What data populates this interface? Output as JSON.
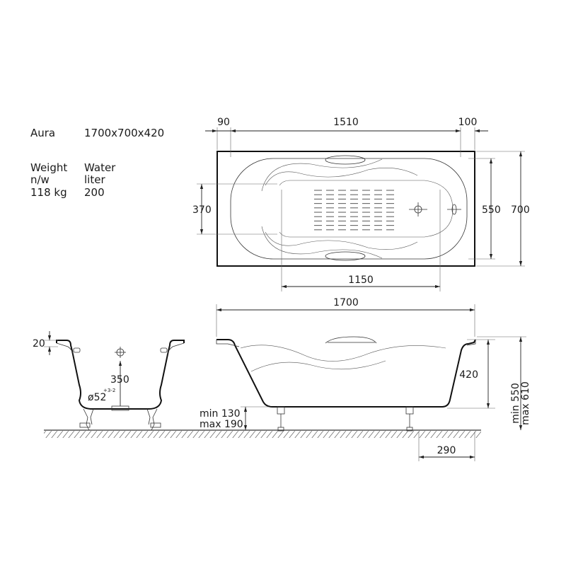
{
  "spec": {
    "model_label": "Aura",
    "model_size": "1700x700x420",
    "weight_header": [
      "Weight",
      "n/w",
      "118 kg"
    ],
    "water_header": [
      "Water",
      "liter",
      "200"
    ]
  },
  "dimensions": {
    "top_left_margin": "90",
    "top_inner_length": "1510",
    "top_right_margin": "100",
    "inner_width": "550",
    "outer_width": "700",
    "backrest_width": "370",
    "bottom_length": "1150",
    "overall_length": "1700",
    "rim": "20",
    "drain_height": "350",
    "drain_diameter": "ø52",
    "drain_tolerance": "+3-2",
    "depth": "420",
    "min_height": "min 550",
    "max_height": "max 610",
    "leg_min": "min 130",
    "leg_max": "max 190",
    "leg_offset": "290"
  }
}
